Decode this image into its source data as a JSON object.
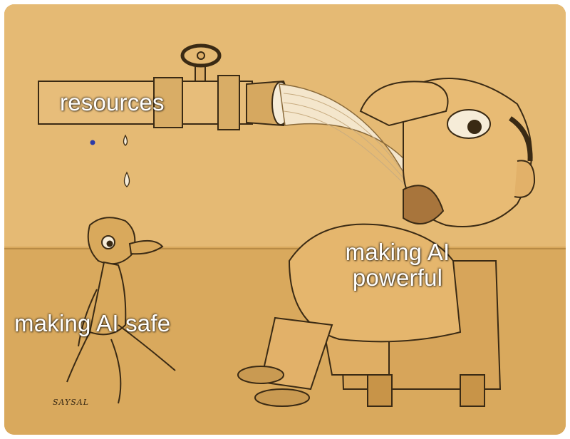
{
  "meme": {
    "captions": {
      "resources": "resources",
      "powerful_line1": "making AI",
      "powerful_line2": "powerful",
      "safe": "making AI safe"
    },
    "artist_signature": "SAYSAL",
    "colors": {
      "background": "#e0b36c",
      "ink": "#3a2a14",
      "caption": "#ffffff"
    }
  }
}
